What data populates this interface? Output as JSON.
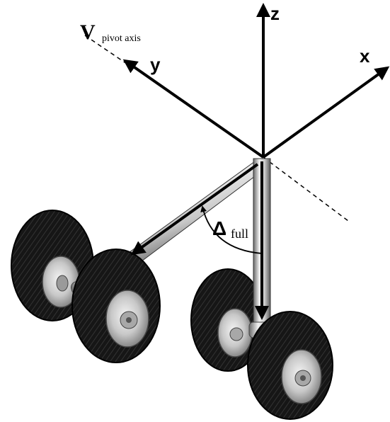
{
  "labels": {
    "z_axis": "z",
    "x_axis": "x",
    "y_axis": "y",
    "v_main": "V",
    "v_sub": "pivot axis",
    "delta_main": "Δ",
    "delta_sub": "full"
  }
}
